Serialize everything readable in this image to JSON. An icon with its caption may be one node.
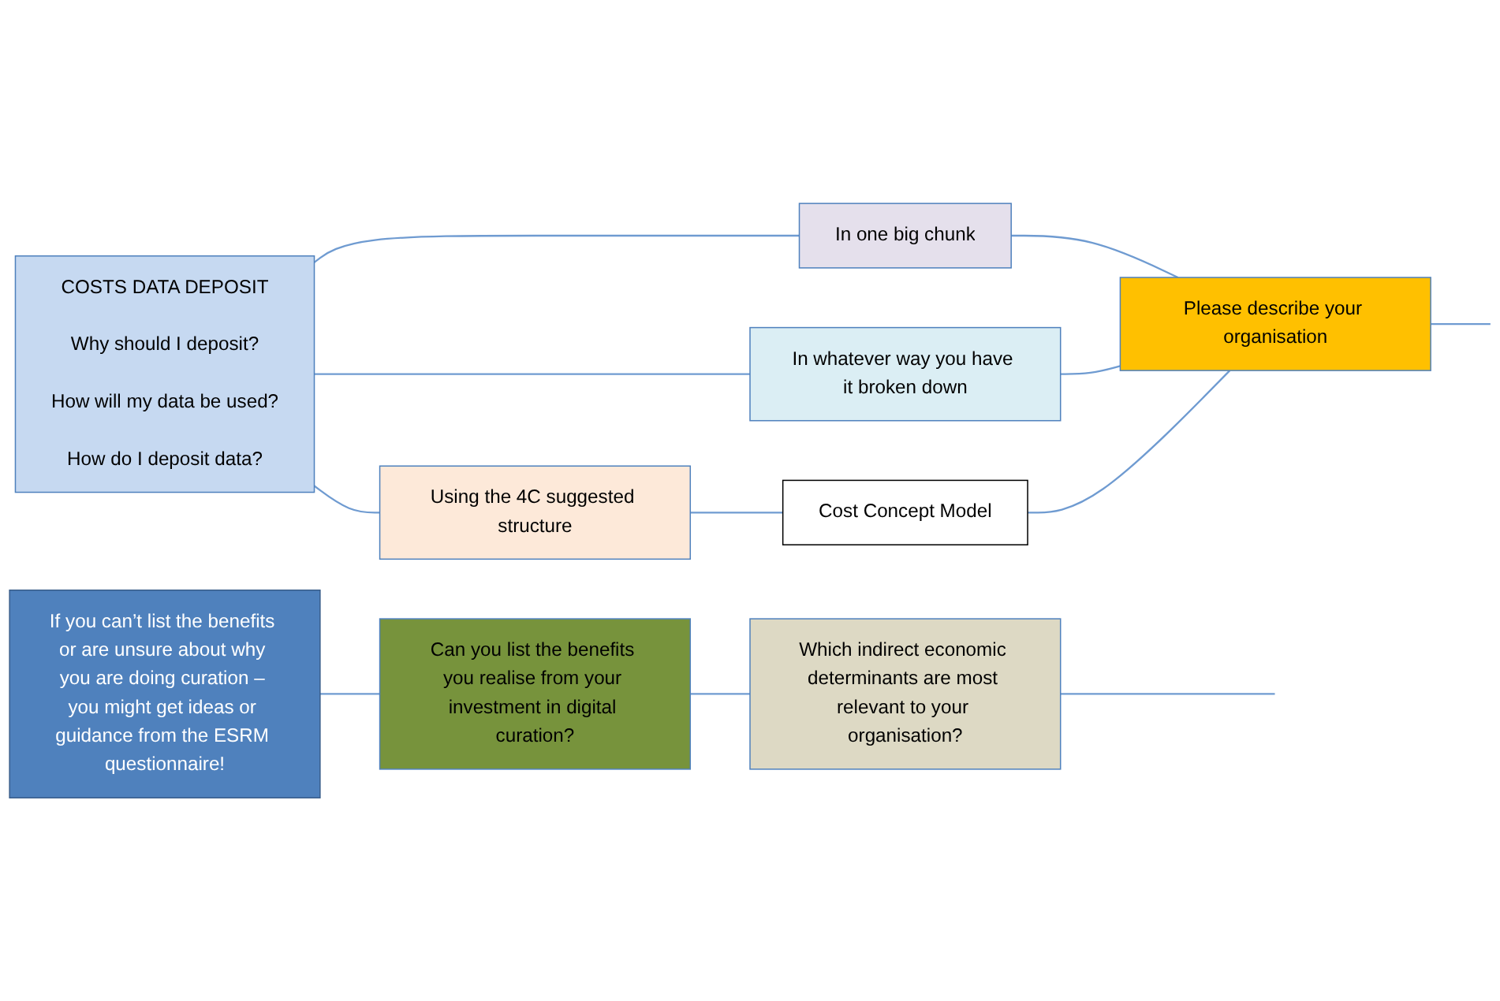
{
  "diagram": {
    "nodes": [
      {
        "text": [
          "COSTS DATA DEPOSIT",
          "Why should I deposit?",
          "How will my data be used?",
          "How do I deposit data?"
        ]
      },
      {
        "text": [
          "In one big chunk"
        ]
      },
      {
        "text": [
          "In whatever way you have it broken down"
        ]
      },
      {
        "text": [
          "Using the 4C suggested structure"
        ]
      },
      {
        "text": [
          "Please describe your organisation"
        ]
      },
      {
        "text": [
          "Cost Concept Model"
        ]
      },
      {
        "text": [
          "If you can’t list the benefits or are unsure about why you are doing curation – you might get ideas or guidance from the ESRM questionnaire!"
        ]
      },
      {
        "text": [
          "Can you list the benefits you realise from your investment in digital curation?"
        ]
      },
      {
        "text": [
          "Which indirect economic determinants are most relevant to your organisation?"
        ]
      }
    ],
    "edges": [
      {
        "from": 0,
        "to": 1,
        "arrow": "none"
      },
      {
        "from": 0,
        "to": 2,
        "arrow": "none"
      },
      {
        "from": 0,
        "to": 3,
        "arrow": "none"
      },
      {
        "from": 1,
        "to": 4,
        "arrow": "none"
      },
      {
        "from": 2,
        "to": 4,
        "arrow": "none"
      },
      {
        "from": 3,
        "to": 5,
        "arrow": "none"
      },
      {
        "from": 5,
        "to": 4,
        "arrow": "none"
      },
      {
        "from": 4,
        "to": null,
        "arrow": "none"
      },
      {
        "from": 6,
        "to": 7,
        "arrow": "none"
      },
      {
        "from": 7,
        "to": 8,
        "arrow": "none"
      },
      {
        "from": 8,
        "to": null,
        "arrow": "none"
      }
    ]
  }
}
